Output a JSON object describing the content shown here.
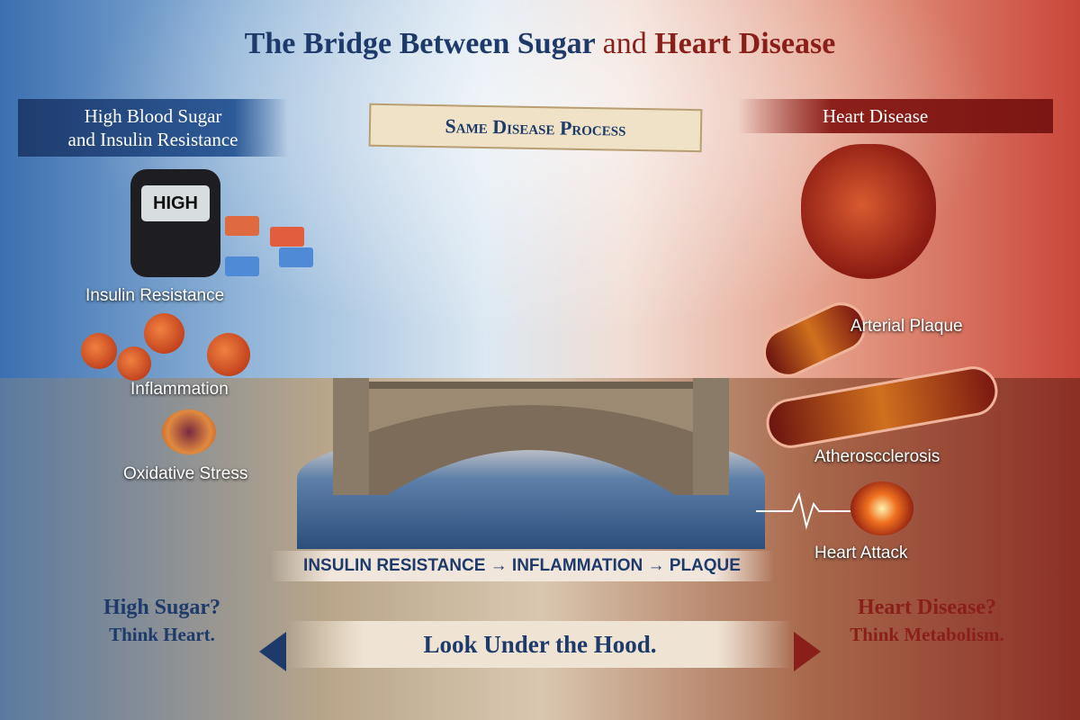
{
  "title": {
    "part1": "The Bridge Between Sugar",
    "part2": "and",
    "part3": "Heart Disease"
  },
  "left_banner": {
    "line1": "High Blood Sugar",
    "line2": "and Insulin Resistance"
  },
  "right_banner": "Heart Disease",
  "ribbon": "Same Disease Process",
  "meter_screen": "HIGH",
  "left_labels": [
    "Insulin Resistance",
    "Inflammation",
    "Oxidative Stress"
  ],
  "right_labels": [
    "Arterial Plaque",
    "Atheroscclerosis",
    "Heart Attack"
  ],
  "process_chain": "INSULIN RESISTANCE → INFLAMMATION → PLAQUE",
  "bottom_left": {
    "line1": "High Sugar?",
    "line2": "Think Heart."
  },
  "bottom_center": "Look Under the Hood.",
  "bottom_right": {
    "line1": "Heart Disease?",
    "line2": "Think Metabolism."
  },
  "colors": {
    "blue": "#1e3a6b",
    "red": "#8a1f1a"
  }
}
